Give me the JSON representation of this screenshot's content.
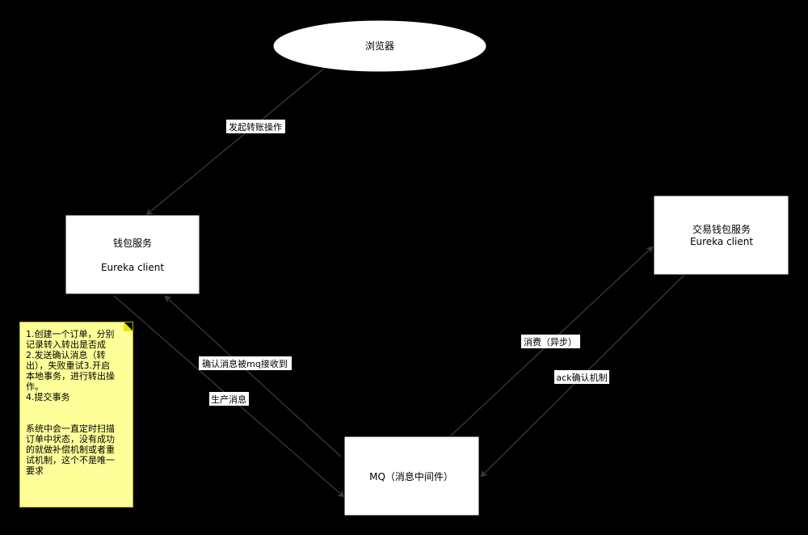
{
  "nodes": {
    "browser": {
      "label": "浏览器"
    },
    "wallet": {
      "line1": "钱包服务",
      "line2": "Eureka client"
    },
    "trade_wallet": {
      "line1": "交易钱包服务",
      "line2": "Eureka client"
    },
    "mq": {
      "label": "MQ（消息中间件）"
    }
  },
  "edges": {
    "browser_to_wallet": {
      "label": "发起转账操作"
    },
    "mq_confirm_to_wallet": {
      "label": "确认消息被mq接收到"
    },
    "wallet_produce_to_mq": {
      "label": "生产消息"
    },
    "mq_consume_to_trade": {
      "label": "消费（异步）"
    },
    "trade_ack_to_mq": {
      "label": "ack确认机制"
    }
  },
  "note": {
    "lines": [
      "1.创建一个订单，分别",
      "记录转入转出是否成",
      "2.发送确认消息（转",
      "出），失败重试3.开启",
      "本地事务，进行转出操",
      "作。",
      "4.提交事务"
    ],
    "lines2": [
      "系统中会一直定时扫描",
      "订单中状态，没有成功",
      "的就做补偿机制或者重",
      "试机制，这个不是唯一",
      "要求"
    ]
  },
  "colors": {
    "background": "#000000",
    "node_fill": "#ffffff",
    "edge": "#333333",
    "note_fill": "#ffff99"
  }
}
